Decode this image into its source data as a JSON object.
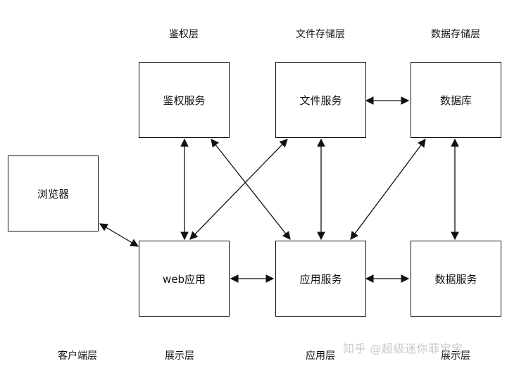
{
  "layers": {
    "auth": "鉴权层",
    "file_storage": "文件存储层",
    "data_storage": "数据存储层",
    "client": "客户端层",
    "presentation_1": "展示层",
    "application": "应用层",
    "presentation_2": "展示层"
  },
  "nodes": {
    "auth_service": "鉴权服务",
    "file_service": "文件服务",
    "database": "数据库",
    "browser": "浏览器",
    "web_app": "web应用",
    "app_service": "应用服务",
    "data_service": "数据服务"
  },
  "watermark": "知乎 @超级迷你菲宝宝"
}
